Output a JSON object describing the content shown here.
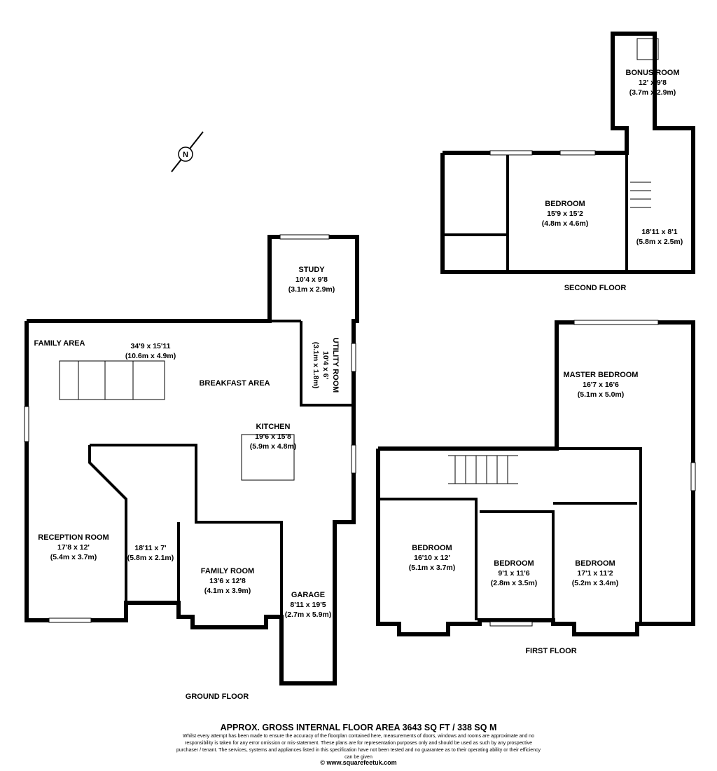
{
  "rooms": {
    "family_area": {
      "name": "FAMILY AREA"
    },
    "open_plan": {
      "dims": "34'9 x 15'11",
      "metric": "(10.6m x 4.9m)"
    },
    "breakfast": {
      "name": "BREAKFAST AREA"
    },
    "study": {
      "name": "STUDY",
      "dims": "10'4 x 9'8",
      "metric": "(3.1m x 2.9m)"
    },
    "utility": {
      "name": "UTILITY ROOM",
      "dims": "10'4 x 6'",
      "metric": "(3.1m x 1.8m)"
    },
    "kitchen": {
      "name": "KITCHEN",
      "dims": "19'6 x 15'8",
      "metric": "(5.9m x 4.8m)"
    },
    "reception": {
      "name": "RECEPTION ROOM",
      "dims": "17'8 x 12'",
      "metric": "(5.4m x 3.7m)"
    },
    "hall": {
      "dims": "18'11 x 7'",
      "metric": "(5.8m x 2.1m)"
    },
    "family_room": {
      "name": "FAMILY ROOM",
      "dims": "13'6 x 12'8",
      "metric": "(4.1m x 3.9m)"
    },
    "garage": {
      "name": "GARAGE",
      "dims": "8'11 x 19'5",
      "metric": "(2.7m x 5.9m)"
    },
    "bonus": {
      "name": "BONUS ROOM",
      "dims": "12' x 9'8",
      "metric": "(3.7m x 2.9m)"
    },
    "bedroom_2f": {
      "name": "BEDROOM",
      "dims": "15'9 x 15'2",
      "metric": "(4.8m x 4.6m)"
    },
    "landing_2f": {
      "dims": "18'11 x 8'1",
      "metric": "(5.8m x 2.5m)"
    },
    "master": {
      "name": "MASTER BEDROOM",
      "dims": "16'7 x 16'6",
      "metric": "(5.1m x 5.0m)"
    },
    "bed_a": {
      "name": "BEDROOM",
      "dims": "16'10 x 12'",
      "metric": "(5.1m x 3.7m)"
    },
    "bed_b": {
      "name": "BEDROOM",
      "dims": "9'1 x 11'6",
      "metric": "(2.8m x 3.5m)"
    },
    "bed_c": {
      "name": "BEDROOM",
      "dims": "17'1 x 11'2",
      "metric": "(5.2m x 3.4m)"
    }
  },
  "floors": {
    "ground": "GROUND FLOOR",
    "first": "FIRST FLOOR",
    "second": "SECOND FLOOR"
  },
  "compass_letter": "N",
  "footer": {
    "area": "APPROX. GROSS INTERNAL FLOOR AREA 3643 SQ FT / 338 SQ M",
    "disclaimer": "Whilst every attempt has been made to ensure the accuracy of the floorplan contained here, measurements of doors, windows and rooms are approximate and no responsibility is taken for any error omission or mis-statement. These plans are for representation purposes only and should  be used as such by any prospective purchaser / tenant. The services, systems and appliances listed in this specification have not been tested and no guarantee as to their operating ability or their efficiency can be given",
    "copyright": "© www.squarefeetuk.com"
  }
}
